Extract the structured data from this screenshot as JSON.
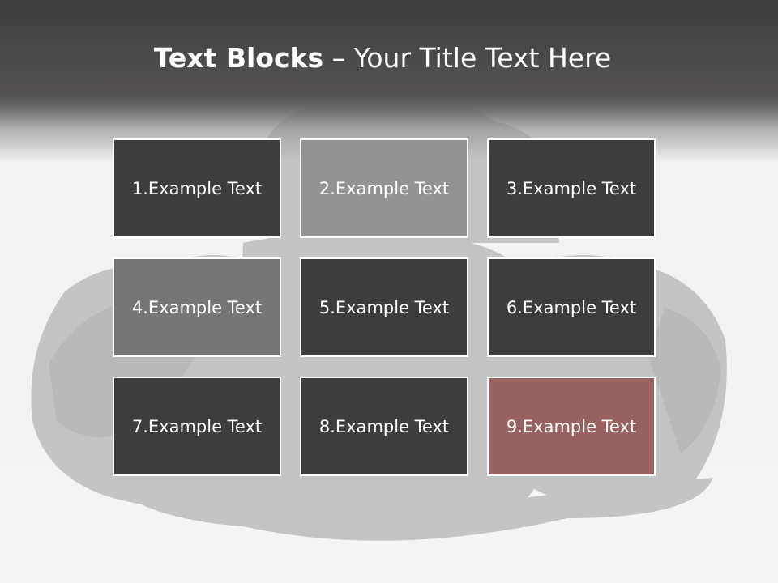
{
  "slide": {
    "title_bold": "Text Blocks",
    "title_rest": " – Your Title Text Here"
  },
  "blocks": [
    {
      "label": "1.Example Text",
      "color": "#3e3c3d"
    },
    {
      "label": "2.Example Text",
      "color": "#939393"
    },
    {
      "label": "3.Example Text",
      "color": "#3e3c3d"
    },
    {
      "label": "4.Example Text",
      "color": "#767676"
    },
    {
      "label": "5.Example Text",
      "color": "#3e3c3d"
    },
    {
      "label": "6.Example Text",
      "color": "#3e3c3d"
    },
    {
      "label": "7.Example Text",
      "color": "#3e3c3d"
    },
    {
      "label": "8.Example Text",
      "color": "#3e3c3d"
    },
    {
      "label": "9.Example Text",
      "color": "#9a6162"
    }
  ],
  "colors": {
    "title_band": "#3e3c3d",
    "block_dark": "#3e3c3d",
    "accent": "#9a6162"
  }
}
